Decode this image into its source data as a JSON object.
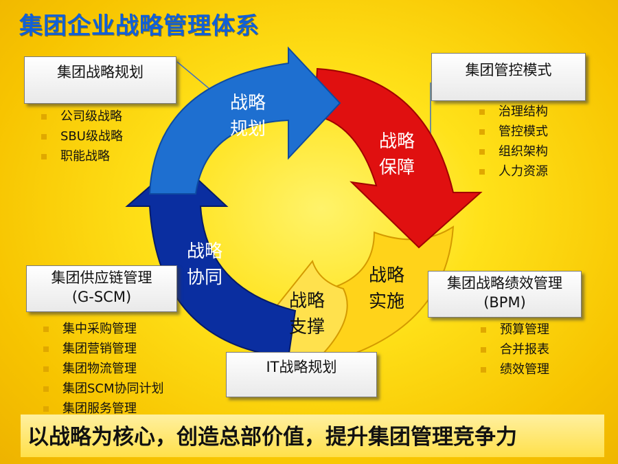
{
  "title": "集团企业战略管理体系",
  "cycle": {
    "planning": {
      "line1": "战略",
      "line2": "规划",
      "color": "#1e6fd0"
    },
    "assurance": {
      "line1": "战略",
      "line2": "保障",
      "color": "#e01010"
    },
    "implementation": {
      "line1": "战略",
      "line2": "实施",
      "color": "#ffd31a"
    },
    "support": {
      "line1": "战略",
      "line2": "支撑"
    },
    "collaboration": {
      "line1": "战略",
      "line2": "协同",
      "color": "#0a2ea0"
    }
  },
  "boxes": {
    "strategy_planning": {
      "title": "集团战略规划",
      "items": [
        "公司级战略",
        "SBU级战略",
        "职能战略"
      ]
    },
    "control_model": {
      "title": "集团管控模式",
      "items": [
        "治理结构",
        "管控模式",
        "组织架构",
        "人力资源"
      ]
    },
    "supply_chain": {
      "title": "集团供应链管理",
      "subtitle": "(G-SCM)",
      "items": [
        "集中采购管理",
        "集团营销管理",
        "集团物流管理",
        "集团SCM协同计划",
        "集团服务管理"
      ]
    },
    "performance": {
      "title": "集团战略绩效管理",
      "subtitle": "(BPM)",
      "items": [
        "预算管理",
        "合并报表",
        "绩效管理"
      ]
    },
    "it_planning": {
      "title": "IT战略规划"
    }
  },
  "bottom_banner": "以战略为核心，创造总部价值，提升集团管理竞争力"
}
